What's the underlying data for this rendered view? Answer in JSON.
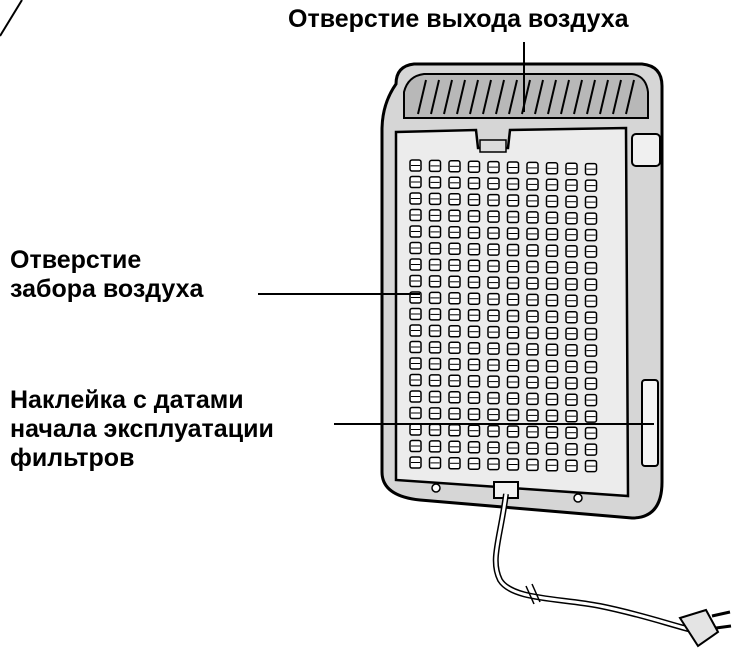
{
  "labels": {
    "exhaust": "Отверстие выхода воздуха",
    "intake": [
      "Отверстие",
      "забора воздуха"
    ],
    "sticker": [
      "Наклейка с датами",
      "начала эксплуатации",
      "фильтров"
    ]
  },
  "colors": {
    "ink": "#000000",
    "body_fill": "#d4d4d4",
    "panel_fill": "#ececec",
    "background": "#ffffff"
  }
}
